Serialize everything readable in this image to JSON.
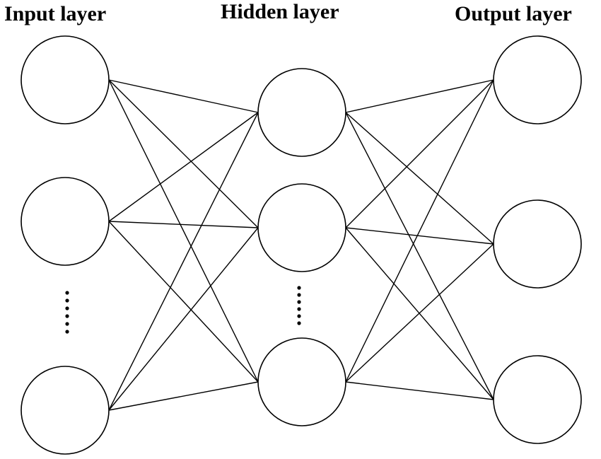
{
  "diagram": {
    "type": "neural-network",
    "colors": {
      "line": "#000000",
      "node_fill": "#ffffff",
      "text": "#000000"
    },
    "layers": [
      {
        "id": "input",
        "title": "Input layer",
        "nodes": 3,
        "has_ellipsis": true
      },
      {
        "id": "hidden",
        "title": "Hidden layer",
        "nodes": 3,
        "has_ellipsis": true
      },
      {
        "id": "output",
        "title": "Output layer",
        "nodes": 3,
        "has_ellipsis": false
      }
    ]
  }
}
